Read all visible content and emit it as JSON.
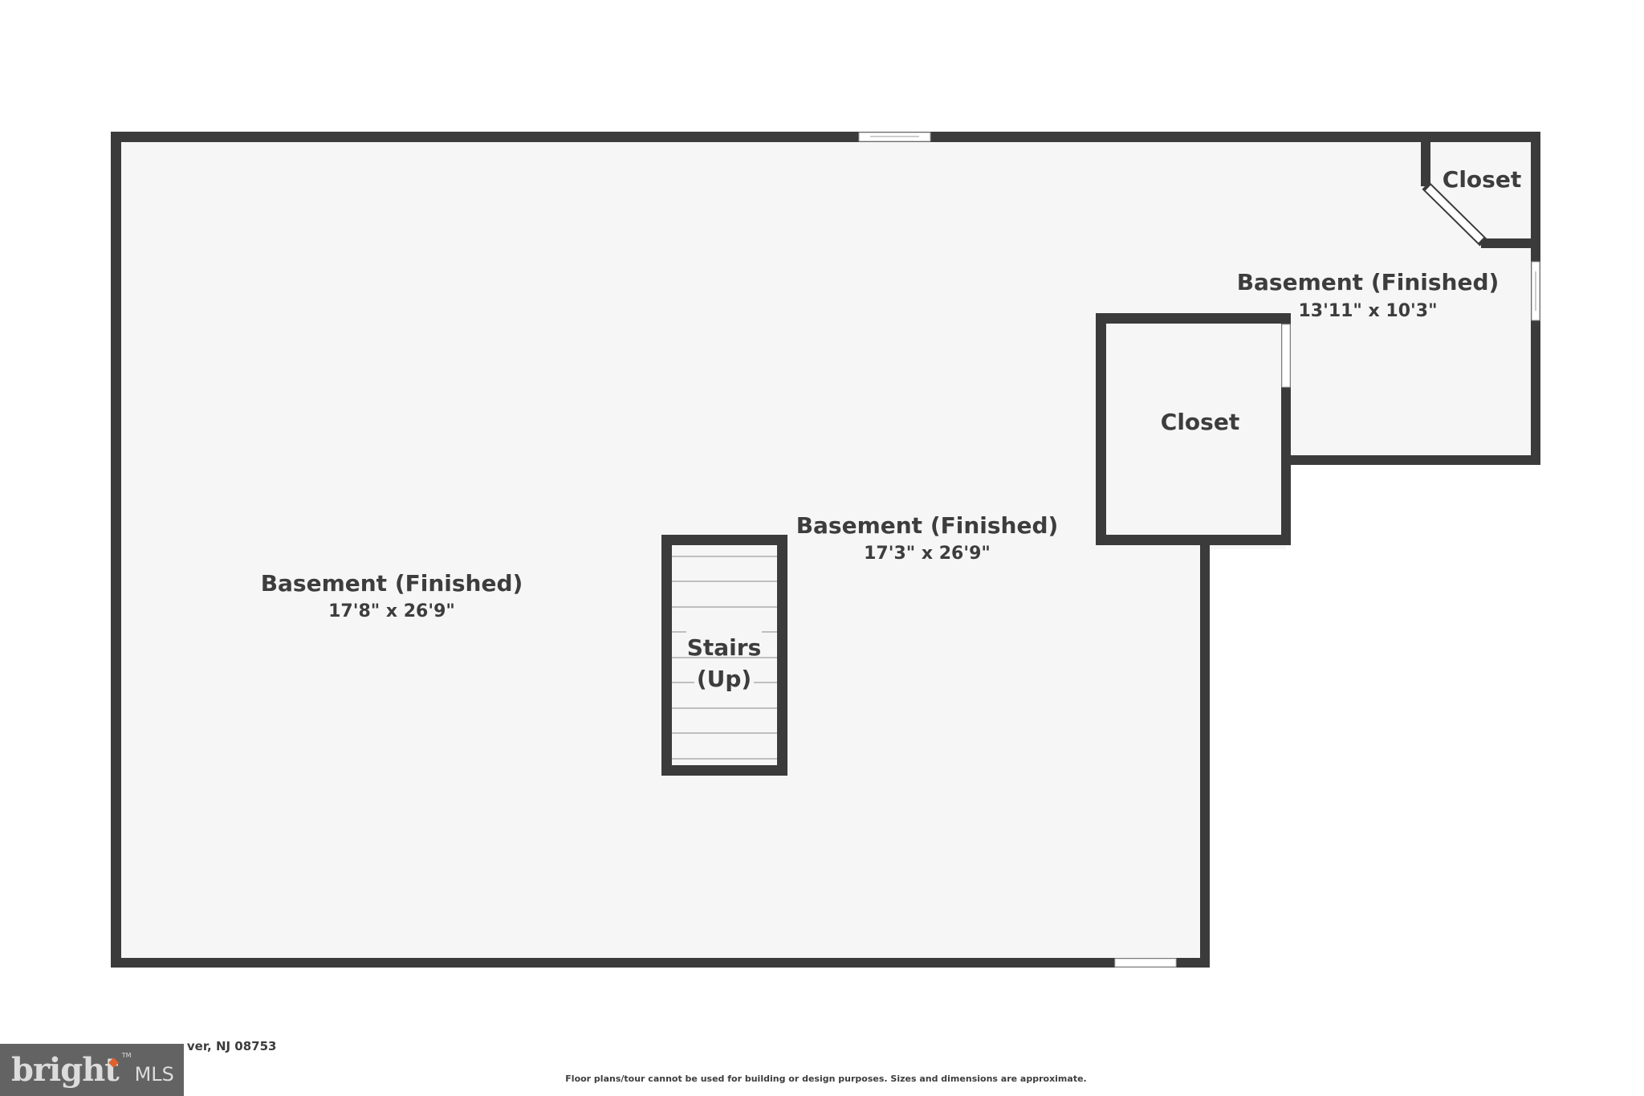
{
  "rooms": [
    {
      "name": "Basement (Finished)",
      "dims": "17'8\" x 26'9\""
    },
    {
      "name": "Basement (Finished)",
      "dims": "17'3\" x 26'9\""
    },
    {
      "name": "Basement (Finished)",
      "dims": "13'11\" x 10'3\""
    },
    {
      "name": "Closet"
    },
    {
      "name": "Closet"
    }
  ],
  "stairs": {
    "line1": "Stairs",
    "line2": "(Up)"
  },
  "address_visible": "ver, NJ 08753",
  "logo": {
    "brand": "bright",
    "suffix": "MLS",
    "tm": "TM"
  },
  "disclaimer": "Floor plans/tour cannot be used for building or design purposes. Sizes and dimensions are approximate.",
  "colors": {
    "wall": "#3b3b3b",
    "floor": "#f6f6f6",
    "accent": "#e0602e"
  }
}
